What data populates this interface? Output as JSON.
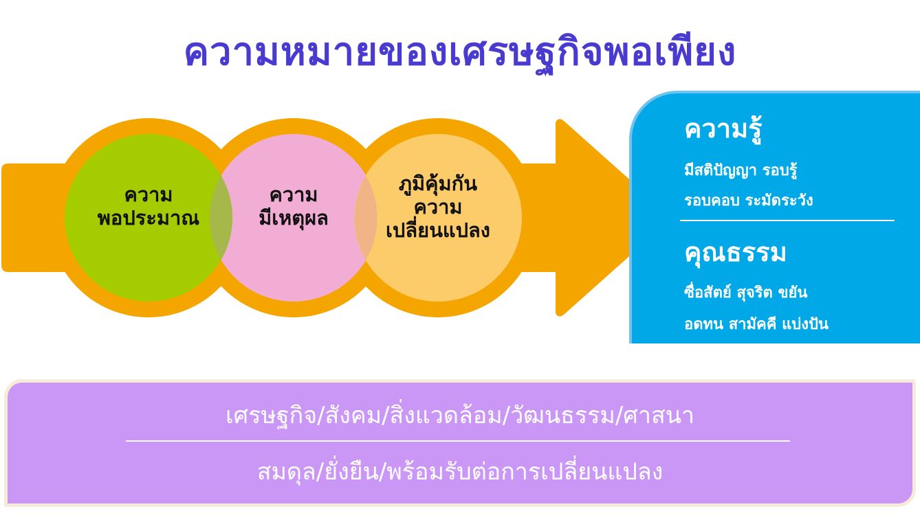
{
  "title": "ความหมายของเศรษฐกิจพอเพียง",
  "colors": {
    "arrow": "#f5a500",
    "ring": "#f5a500",
    "circle1": "#a5cc00",
    "circle2": "#f2add4",
    "circle3": "#fccb6a",
    "panel": "#00a8e8",
    "bottom": "#cb97f7"
  },
  "circles": [
    {
      "line1": "ความ",
      "line2": "พอประมาณ",
      "line3": ""
    },
    {
      "line1": "ความ",
      "line2": "มีเหตุผล",
      "line3": ""
    },
    {
      "line1": "ภูมิคุ้มกัน",
      "line2": "ความ",
      "line3": "เปลี่ยนแปลง"
    }
  ],
  "panel": {
    "knowledge": {
      "heading": "ความรู้",
      "line1": "มีสติปัญญา รอบรู้",
      "line2": "รอบคอบ ระมัดระวัง"
    },
    "virtue": {
      "heading": "คุณธรรม",
      "line1": "ซื่อสัตย์ สุจริต ขยัน",
      "line2": "อดทน สามัคคี แบ่งปัน"
    }
  },
  "bottom": {
    "line1": "เศรษฐกิจ/สังคม/สิ่งแวดล้อม/วัฒนธรรม/ศาสนา",
    "line2": "สมดุล/ยั่งยืน/พร้อมรับต่อการเปลี่ยนแปลง"
  }
}
